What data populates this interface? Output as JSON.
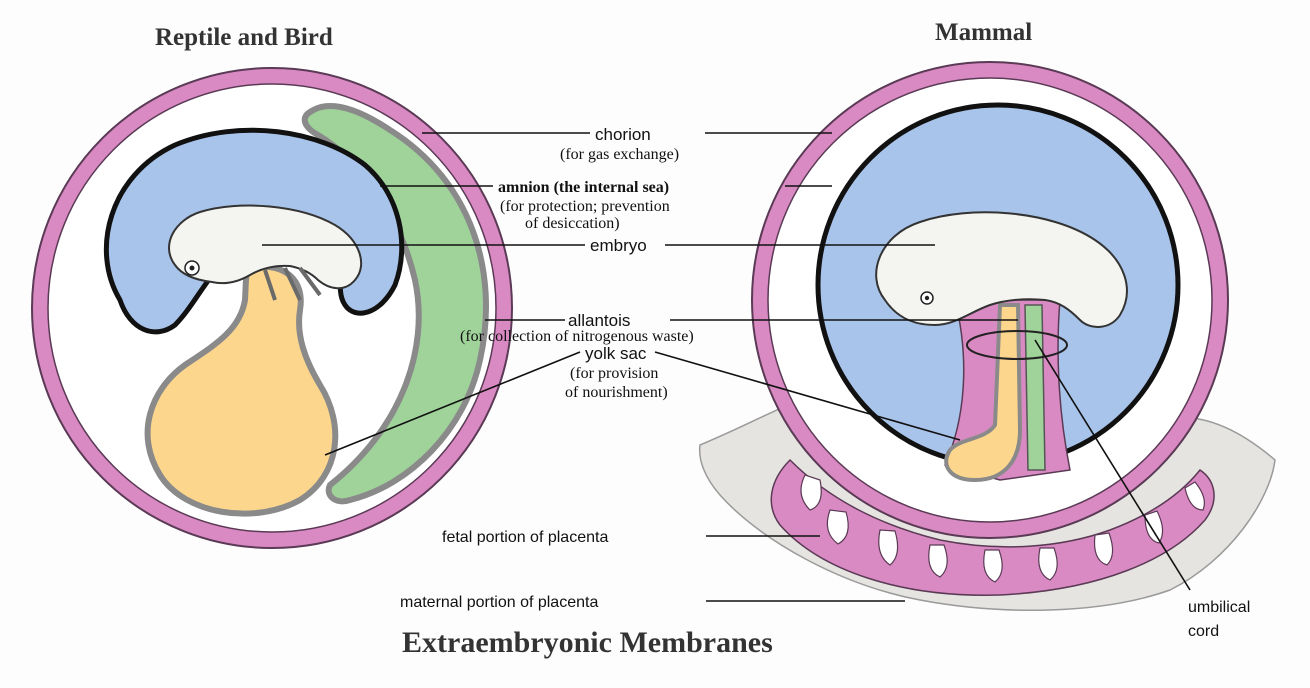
{
  "titles": {
    "left": "Reptile and Bird",
    "right": "Mammal",
    "bottom": "Extraembryonic Membranes"
  },
  "labels": {
    "chorion": "chorion",
    "chorion_note": "(for gas exchange)",
    "amnion": "amnion (the internal sea)",
    "amnion_note_1": "(for protection; prevention",
    "amnion_note_2": "of desiccation)",
    "embryo": "embryo",
    "allantois": "allantois",
    "allantois_note": "(for collection of nitrogenous waste)",
    "yolk_sac": "yolk sac",
    "yolk_note_1": "(for provision",
    "yolk_note_2": "of nourishment)",
    "fetal_placenta": "fetal portion of placenta",
    "maternal_placenta": "maternal portion of placenta",
    "umbilical_1": "umbilical",
    "umbilical_2": "cord"
  },
  "colors": {
    "chorion_pink": "#d98ac3",
    "amnion_blue": "#a9c4ea",
    "allantois_green": "#9fd39a",
    "yolk_yellow": "#fcd68c",
    "tissue_gray": "#e6e4e0",
    "membrane_gray": "#a7a7a7",
    "embryo_white": "#f4f4f1"
  }
}
